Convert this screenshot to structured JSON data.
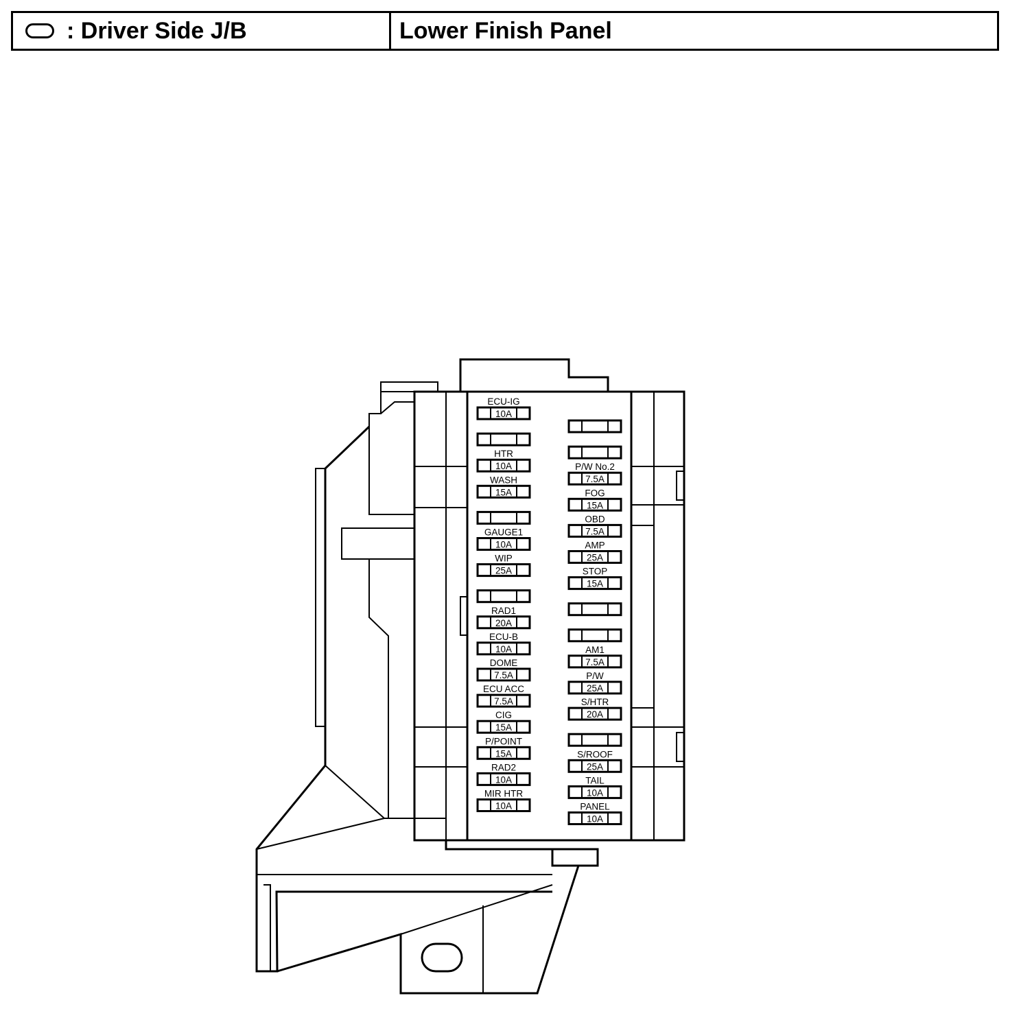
{
  "header": {
    "title": ": Driver Side J/B",
    "location": "Lower Finish Panel"
  },
  "fuses": {
    "left": [
      {
        "name": "ECU-IG",
        "amp": "10A"
      },
      {
        "name": "",
        "amp": ""
      },
      {
        "name": "HTR",
        "amp": "10A"
      },
      {
        "name": "WASH",
        "amp": "15A"
      },
      {
        "name": "",
        "amp": ""
      },
      {
        "name": "GAUGE1",
        "amp": "10A"
      },
      {
        "name": "WIP",
        "amp": "25A"
      },
      {
        "name": "",
        "amp": ""
      },
      {
        "name": "RAD1",
        "amp": "20A"
      },
      {
        "name": "ECU-B",
        "amp": "10A"
      },
      {
        "name": "DOME",
        "amp": "7.5A"
      },
      {
        "name": "ECU ACC",
        "amp": "7.5A"
      },
      {
        "name": "CIG",
        "amp": "15A"
      },
      {
        "name": "P/POINT",
        "amp": "15A"
      },
      {
        "name": "RAD2",
        "amp": "10A"
      },
      {
        "name": "MIR HTR",
        "amp": "10A"
      }
    ],
    "right": [
      {
        "name": "",
        "amp": ""
      },
      {
        "name": "",
        "amp": ""
      },
      {
        "name": "P/W No.2",
        "amp": "7.5A"
      },
      {
        "name": "FOG",
        "amp": "15A"
      },
      {
        "name": "OBD",
        "amp": "7.5A"
      },
      {
        "name": "AMP",
        "amp": "25A"
      },
      {
        "name": "STOP",
        "amp": "15A"
      },
      {
        "name": "",
        "amp": ""
      },
      {
        "name": "",
        "amp": ""
      },
      {
        "name": "AM1",
        "amp": "7.5A"
      },
      {
        "name": "P/W",
        "amp": "25A"
      },
      {
        "name": "S/HTR",
        "amp": "20A"
      },
      {
        "name": "",
        "amp": ""
      },
      {
        "name": "S/ROOF",
        "amp": "25A"
      },
      {
        "name": "TAIL",
        "amp": "10A"
      },
      {
        "name": "PANEL",
        "amp": "10A"
      }
    ]
  }
}
